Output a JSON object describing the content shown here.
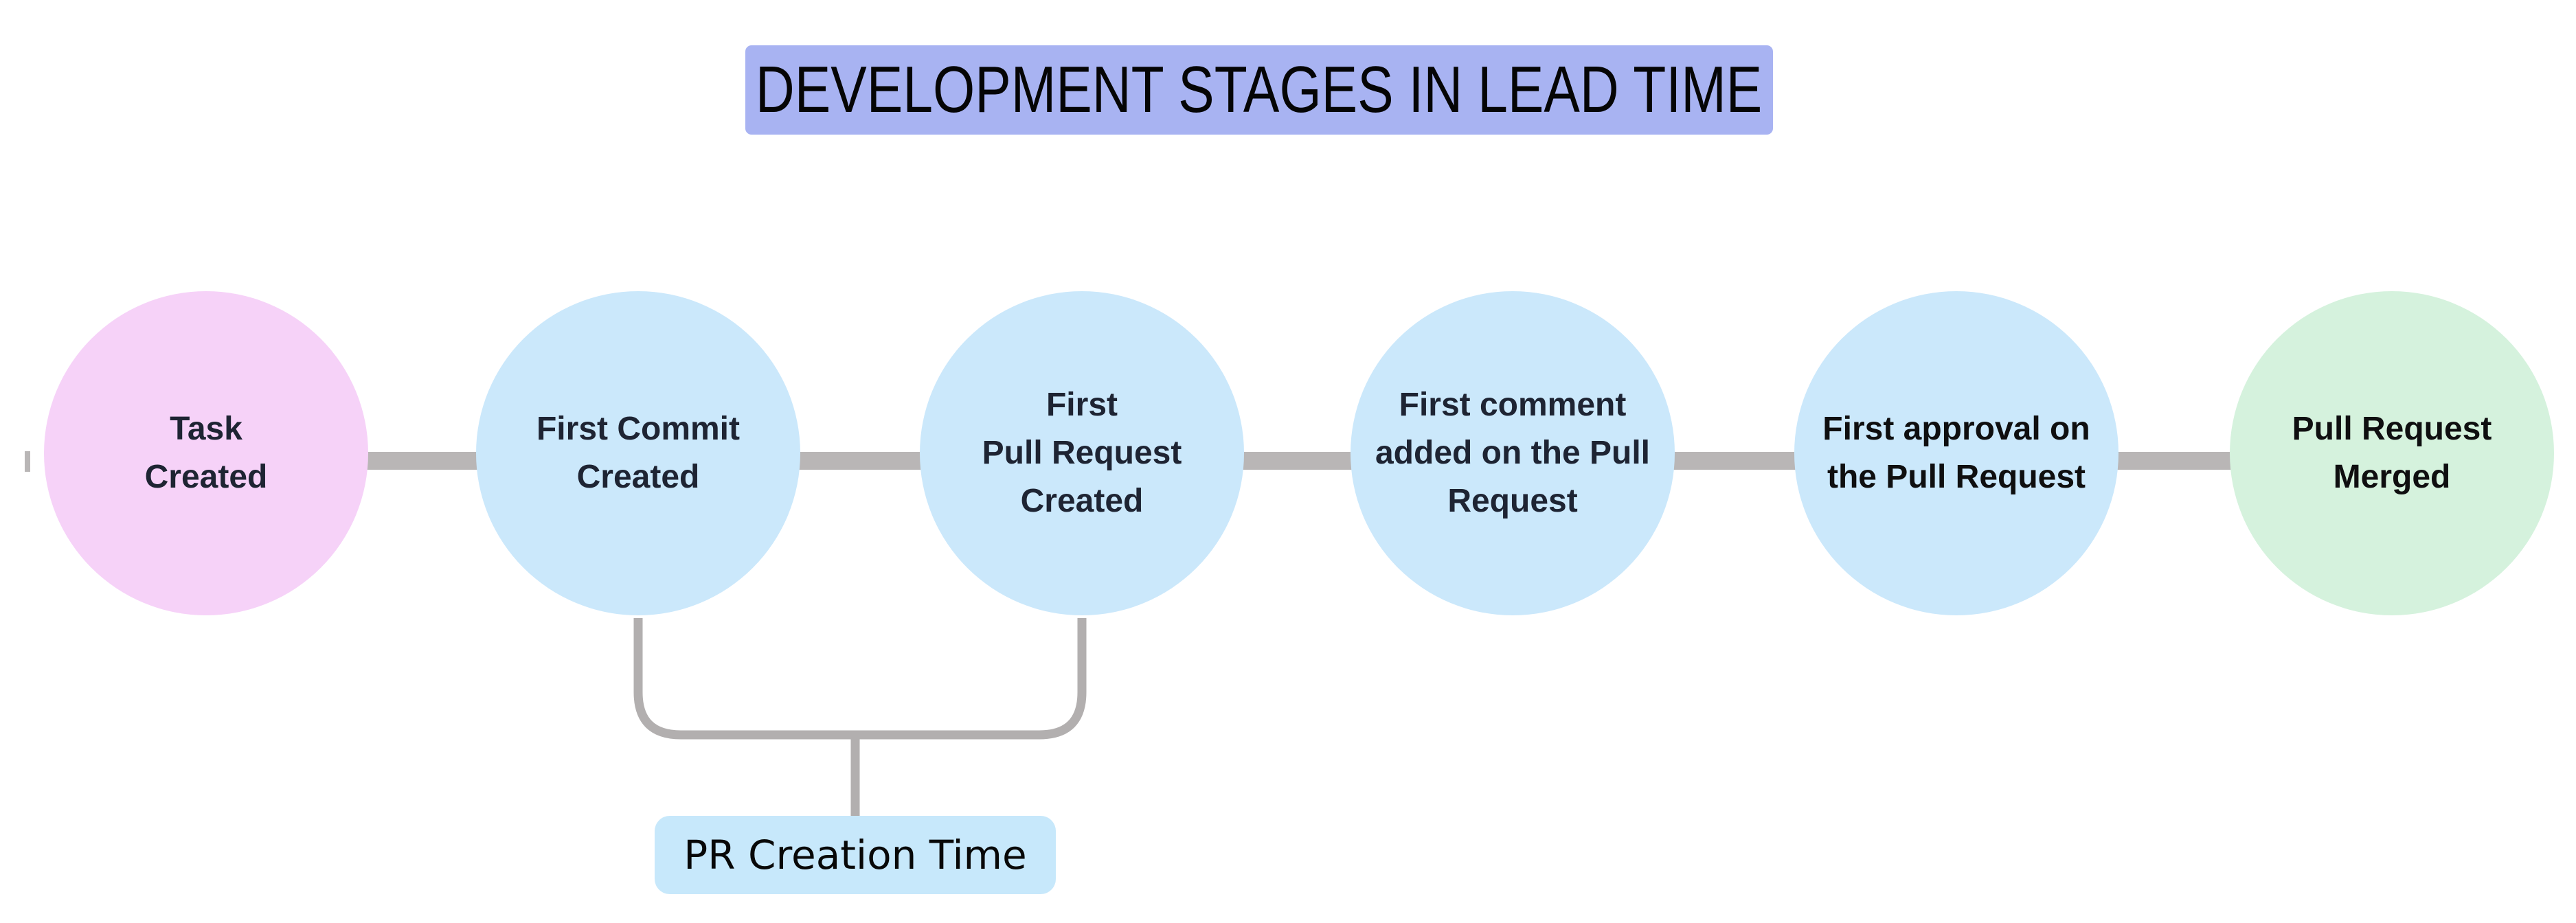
{
  "title": {
    "text": "DEVELOPMENT STAGES IN LEAD TIME",
    "bg_color": "#a8b3f2",
    "text_color": "#050505"
  },
  "stages": [
    {
      "name": "task-created",
      "lines": [
        "Task",
        "Created"
      ],
      "fill": "#f6d2f8",
      "text_color": "#1e2433"
    },
    {
      "name": "first-commit-created",
      "lines": [
        "First Commit",
        "Created"
      ],
      "fill": "#cbe8fb",
      "text_color": "#1e2433"
    },
    {
      "name": "first-pull-request-created",
      "lines": [
        "First",
        "Pull Request",
        "Created"
      ],
      "fill": "#cbe8fb",
      "text_color": "#1e2433"
    },
    {
      "name": "first-comment-added",
      "lines": [
        "First comment",
        "added on the Pull",
        "Request"
      ],
      "fill": "#cbe8fb",
      "text_color": "#1e2433"
    },
    {
      "name": "first-approval",
      "lines": [
        "First approval on",
        "the Pull Request"
      ],
      "fill": "#cbe8fb",
      "text_color": "#0f0f10"
    },
    {
      "name": "pull-request-merged",
      "lines": [
        "Pull Request",
        "Merged"
      ],
      "fill": "#d5f2dd",
      "text_color": "#0f0f10"
    }
  ],
  "annotation": {
    "label": "PR Creation Time",
    "bg_color": "#c7e8fb",
    "text_color": "#080808",
    "connects": [
      "first-commit-created",
      "first-pull-request-created"
    ]
  },
  "colors": {
    "connector_gray": "#b9b6b6",
    "bracket_gray": "#b2afaf",
    "background": "#ffffff"
  }
}
